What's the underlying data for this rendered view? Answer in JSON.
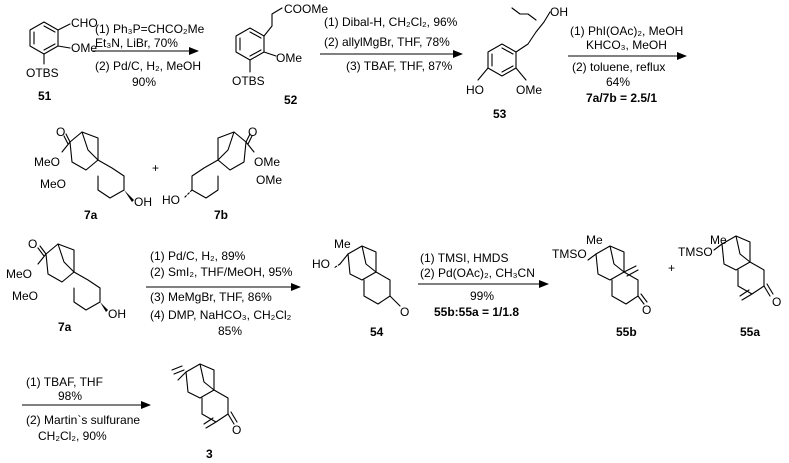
{
  "step1": {
    "conditions": [
      "(1) Ph₃P=CHCO₂Me",
      "Et₃N, LiBr, 70%",
      "(2) Pd/C, H₂, MeOH",
      "90%"
    ]
  },
  "step2": {
    "conditions": [
      "(1) Dibal-H, CH₂Cl₂, 96%",
      "(2) allylMgBr, THF, 78%",
      "(3) TBAF, THF, 87%"
    ]
  },
  "step3": {
    "conditions": [
      "(1) PhI(OAc)₂, MeOH",
      "KHCO₃, MeOH",
      "(2) toluene, reflux",
      "64%",
      "7a/7b = 2.5/1"
    ]
  },
  "step4": {
    "conditions": [
      "(1) Pd/C, H₂, 89%",
      "(2) SmI₂, THF/MeOH, 95%",
      "(3) MeMgBr, THF, 86%",
      "(4) DMP, NaHCO₃, CH₂Cl₂",
      "85%"
    ]
  },
  "step5": {
    "conditions": [
      "(1) TMSI, HMDS",
      "(2) Pd(OAc)₂, CH₃CN",
      "99%",
      "55b:55a = 1/1.8"
    ]
  },
  "step6": {
    "conditions": [
      "(1) TBAF, THF",
      "98%",
      "(2) Martin`s sulfurane",
      "CH₂Cl₂, 90%"
    ]
  },
  "compounds": {
    "c51": {
      "id": "51",
      "atoms": [
        "CHO",
        "OMe",
        "OTBS"
      ]
    },
    "c52": {
      "id": "52",
      "atoms": [
        "COOMe",
        "OMe",
        "OTBS"
      ]
    },
    "c53": {
      "id": "53",
      "atoms": [
        "OH",
        "HO",
        "OMe"
      ]
    },
    "c7a": {
      "id": "7a",
      "atoms": [
        "O",
        "MeO",
        "MeO",
        "OH"
      ]
    },
    "c7b": {
      "id": "7b",
      "atoms": [
        "O",
        "OMe",
        "OMe",
        "HO"
      ]
    },
    "c7a2": {
      "id": "7a",
      "atoms": [
        "O",
        "MeO",
        "MeO",
        "OH"
      ]
    },
    "c54": {
      "id": "54",
      "atoms": [
        "Me",
        "HO",
        "O"
      ]
    },
    "c55b": {
      "id": "55b",
      "atoms": [
        "Me",
        "TMSO",
        "O"
      ]
    },
    "c55a": {
      "id": "55a",
      "atoms": [
        "Me",
        "TMSO",
        "O"
      ]
    },
    "c3": {
      "id": "3",
      "atoms": [
        "O"
      ]
    }
  },
  "plus_sign": "+"
}
